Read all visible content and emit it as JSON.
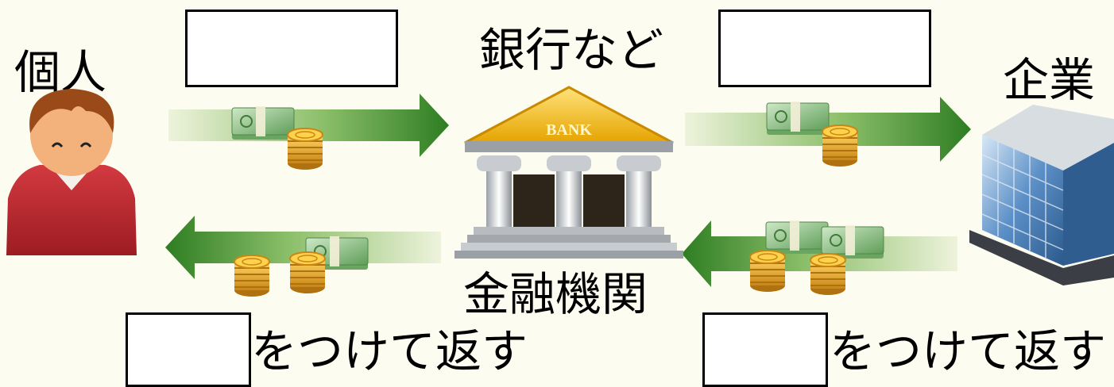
{
  "labels": {
    "individual": "個人",
    "bank_top": "銀行など",
    "company": "企業",
    "bank_bottom": "金融機関",
    "return_left": "をつけて返す",
    "return_right": "をつけて返す",
    "bank_sign": "BANK"
  },
  "icons": {
    "person": "person-icon",
    "bank": "bank-building-icon",
    "company": "office-building-icon",
    "money": "money-stack-icon",
    "arrow": "arrow-icon"
  },
  "colors": {
    "background": "#fdfcf0",
    "arrow_dark": "#2e7d22",
    "arrow_light": "#e4eed4",
    "coin": "#e0a020",
    "bill": "#7fb878",
    "bank_roof": "#f5c21a",
    "person_shirt": "#c0282e",
    "building_glass": "#4a7fb8"
  }
}
